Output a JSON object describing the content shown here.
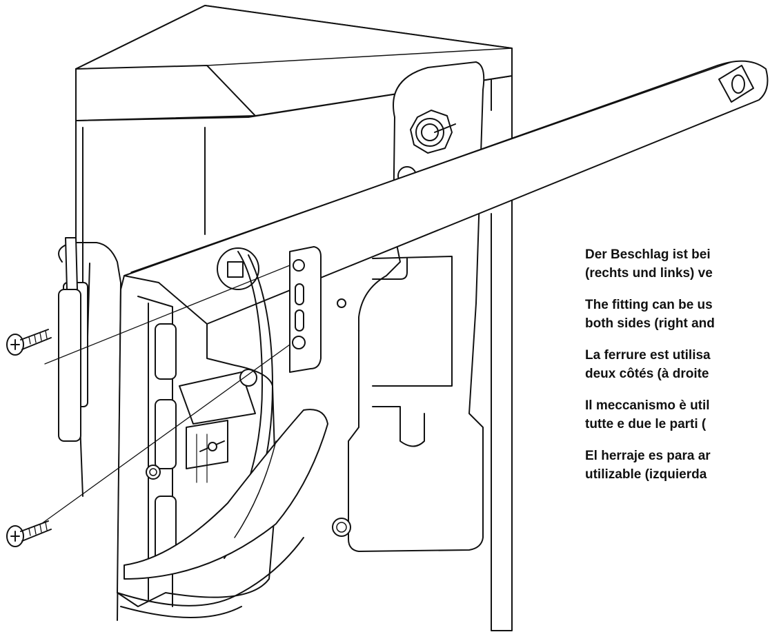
{
  "captions": [
    {
      "line1": "Der Beschlag ist bei",
      "line2": "(rechts und links) ve"
    },
    {
      "line1": "The fitting can be us",
      "line2": "both sides (right and"
    },
    {
      "line1": "La ferrure est utilisa",
      "line2": "deux côtés (à droite"
    },
    {
      "line1": "Il meccanismo è util",
      "line2": "tutte e due le parti ("
    },
    {
      "line1": "El herraje es para ar",
      "line2": "utilizable (izquierda"
    }
  ],
  "colors": {
    "ink": "#111111",
    "paper": "#ffffff"
  },
  "icons": [
    "screw-icon",
    "screw-icon"
  ]
}
